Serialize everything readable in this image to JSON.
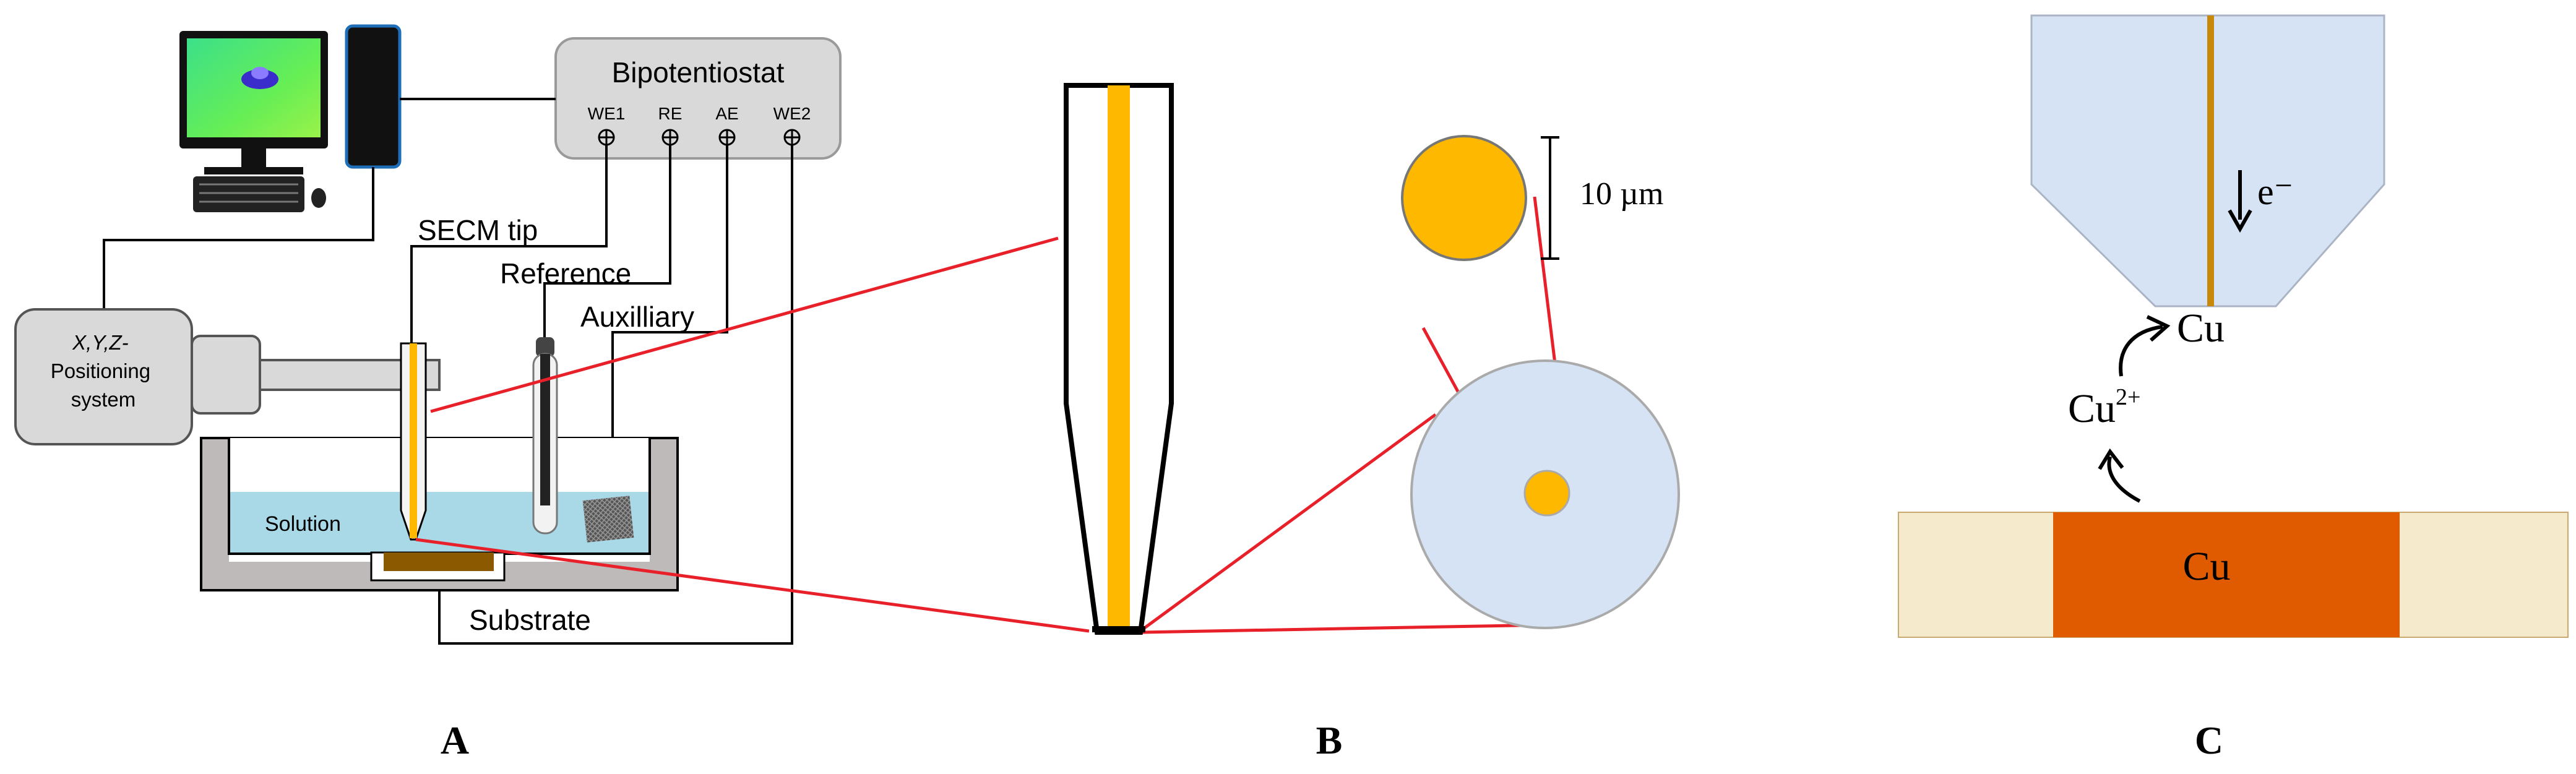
{
  "panel_a": {
    "bipotentiostat_title": "Bipotentiostat",
    "ports": [
      "WE1",
      "RE",
      "AE",
      "WE2"
    ],
    "labels": {
      "secm_tip": "SECM tip",
      "reference": "Reference",
      "auxilliary": "Auxilliary",
      "solution": "Solution",
      "substrate": "Substrate"
    },
    "positioning_lines": [
      "X,Y,Z-",
      "Positioning",
      "system"
    ],
    "panel_letter": "A"
  },
  "panel_b": {
    "scale_label": "10 µm",
    "panel_letter": "B"
  },
  "panel_c": {
    "electron_label": "e⁻",
    "cu_tip_label": "Cu",
    "cu_ion_base": "Cu",
    "cu_ion_charge": "2+",
    "cu_substrate_label": "Cu",
    "panel_letter": "C"
  },
  "colors": {
    "gold": "#FFB800",
    "red_line": "#E8202A",
    "solution": "#A9D8E6",
    "light_blue": "#D5E3F4",
    "copper": "#E05A00",
    "beige": "#F5EACB",
    "gray_box": "#D9D9D9"
  }
}
